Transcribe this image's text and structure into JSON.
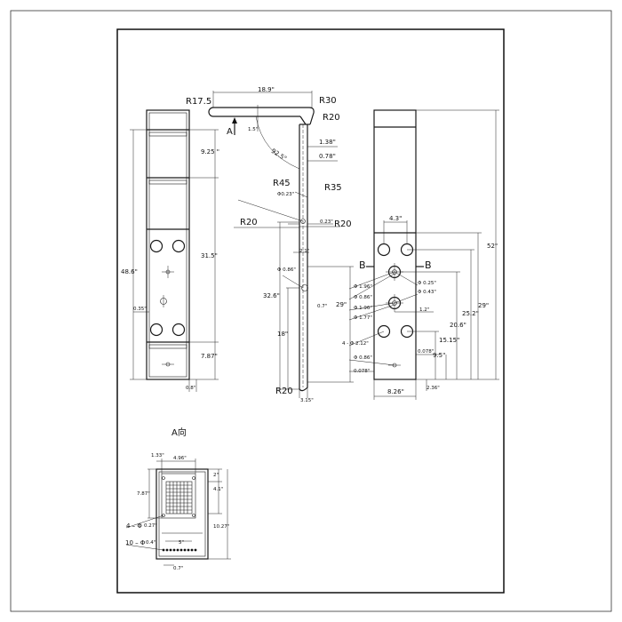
{
  "side_view": {
    "top_width": "18.9\"",
    "r_top_left": "R17.5",
    "r_top_right": "R30",
    "r_bend": "R20",
    "view_mark": "A",
    "lip": "1.5\"",
    "angle": "92.5°",
    "d1": "1.38\"",
    "d2": "0.78\"",
    "r45": "R45",
    "r35": "R35",
    "hole_dia": "Φ0.23\"",
    "r20_left": "R20",
    "r20_right": "R20",
    "small": "0.23\"",
    "small2": "2.1\"",
    "hole2": "Φ 0.86\"",
    "h32": "32.6\"",
    "h18": "18\"",
    "w07": "0.7\"",
    "h29": "29\"",
    "r20_bottom": "R20",
    "base": "3.15\""
  },
  "front_view": {
    "h925": "9.25 \"",
    "h315": "31.5\"",
    "h486": "48.6\"",
    "w035": "0.35\"",
    "h787": "7.87\"",
    "w08": "0.8\""
  },
  "back_view": {
    "top": "4.3\"",
    "section": "B",
    "d196a": "Φ 1.96\"",
    "d086a": "Φ 0.86\"",
    "d196b": "Φ 1.96\"",
    "d177": "Φ 1.77\"",
    "d025": "Φ 0.25\"",
    "d043": "Φ 0.43\"",
    "w12": "1.2\"",
    "holes": "4 - Φ 2.12\"",
    "w078a": "0.078\"",
    "d086b": "Φ 0.86\"",
    "w078b": "0.078\"",
    "h52": "52\"",
    "h29": "29\"",
    "h252": "25.2\"",
    "h206": "20.6\"",
    "h1515": "15.15\"",
    "h95": "9.5\"",
    "w826": "8.26\"",
    "w236": "2.36\""
  },
  "view_a": {
    "title": "A向",
    "w133": "1.33\"",
    "w496": "4.96\"",
    "h2": "2\"",
    "h41": "4.1\"",
    "h787": "7.87\"",
    "h1027": "10.27\"",
    "holes4_prefix": "4 – Φ",
    "holes4_size": "0.27\"",
    "holes10_prefix": "10 – Φ",
    "holes10_size": "0.4\"",
    "w5": "5\"",
    "w07": "0.7\""
  }
}
